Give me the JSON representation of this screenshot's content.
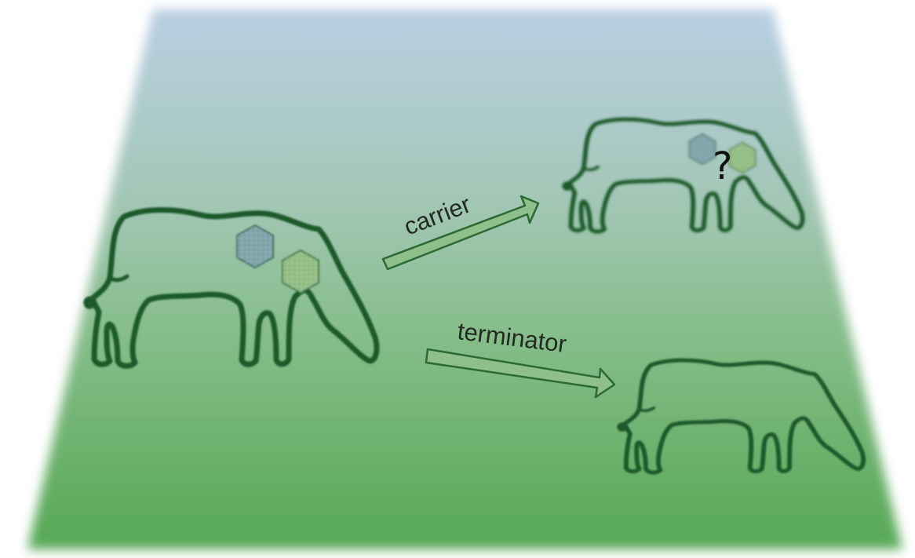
{
  "diagram": {
    "arrows": [
      {
        "id": "carrier",
        "label": "carrier"
      },
      {
        "id": "terminator",
        "label": "terminator"
      }
    ],
    "unknown_marker": "?",
    "colors": {
      "ground_top": "#b7cde0",
      "ground_mid": "#88c08e",
      "ground_bottom": "#5aaa59",
      "outline": "#1f5a2c",
      "hex_blue": "#7fa6ab",
      "hex_green": "#93bf86",
      "arrow_fill": "#8fc08c"
    },
    "icons": [
      "cow-icon",
      "hexagon-icon",
      "arrow-icon"
    ]
  }
}
